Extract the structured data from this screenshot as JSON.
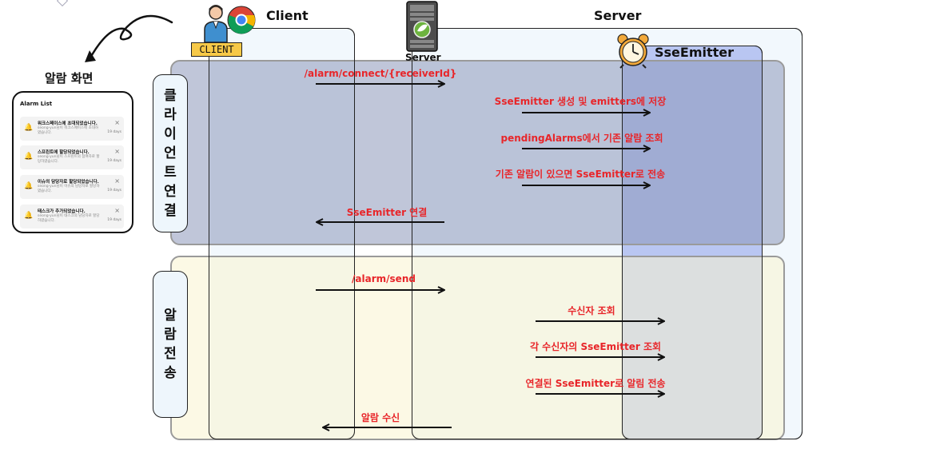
{
  "header": {
    "client_label": "Client",
    "server_label": "Server",
    "server_icon_label": "Server",
    "sse_label": "SseEmitter",
    "client_badge": "CLIENT"
  },
  "phone_screen": {
    "title": "알람 화면",
    "list_title": "Alarm List",
    "items": [
      {
        "title": "워크스페이스에 초대되었습니다.",
        "desc": "seong-yun님이 워크스페이스에 초대하였습니다.",
        "time": "19 days"
      },
      {
        "title": "스프린트에 할당되었습니다.",
        "desc": "seong-yun님이 스프린트의 참여자로 할당하였습니다.",
        "time": "19 days"
      },
      {
        "title": "이슈의 담당자로 할당되었습니다.",
        "desc": "seong-yun님이 이슈의 담당자로 할당하였습니다.",
        "time": "19 days"
      },
      {
        "title": "태스크가 추가되었습니다.",
        "desc": "seong-yun님이 태스크의 담당자로 할당하였습니다.",
        "time": "19 days"
      }
    ]
  },
  "phases": {
    "connect": {
      "label": [
        "클",
        "라",
        "이",
        "언",
        "트",
        "연",
        "결"
      ]
    },
    "send": {
      "label": [
        "알",
        "람",
        "전",
        "송"
      ]
    }
  },
  "messages": {
    "connect_url": "/alarm/connect/{receiverId}",
    "create_emitter": "SseEmitter 생성 및 emitters에 저장",
    "pending_lookup": "pendingAlarms에서 기존 알람 조회",
    "send_existing": "기존 알람이 있으면 SseEmitter로 전송",
    "emitter_connected": "SseEmitter 연결",
    "send_url": "/alarm/send",
    "find_receiver": "수신자 조회",
    "find_emitter": "각 수신자의 SseEmitter 조회",
    "send_alarm": "연결된 SseEmitter로 알림 전송",
    "receive_alarm": "알람 수신"
  },
  "colors": {
    "phase_connect": "#a9b3cc",
    "phase_send": "#fbf7dd",
    "sse_lane": "#8fa2db",
    "message_red": "#e8262a",
    "phase_label_bg": "#eef6fc"
  }
}
